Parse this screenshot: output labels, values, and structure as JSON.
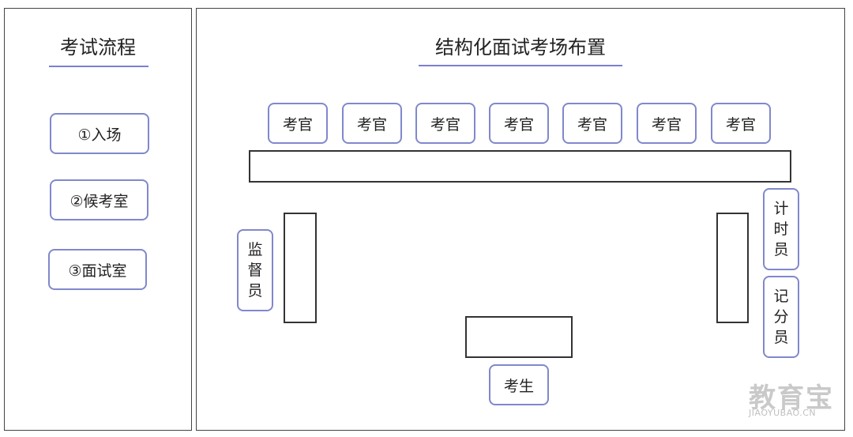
{
  "left_panel": {
    "title": "考试流程",
    "steps": [
      "①入场",
      "②候考室",
      "③面试室"
    ]
  },
  "right_panel": {
    "title": "结构化面试考场布置",
    "examiners": [
      "考官",
      "考官",
      "考官",
      "考官",
      "考官",
      "考官",
      "考官"
    ],
    "supervisor": [
      "监",
      "督",
      "员"
    ],
    "timekeeper": [
      "计",
      "时",
      "员"
    ],
    "scorekeeper": [
      "记",
      "分",
      "员"
    ],
    "candidate": "考生"
  },
  "watermark": {
    "main": "教育宝",
    "sub": "JIAOYUBAO.CN"
  },
  "colors": {
    "accent": "#8088cc",
    "border": "#444444",
    "table": "#333333"
  }
}
